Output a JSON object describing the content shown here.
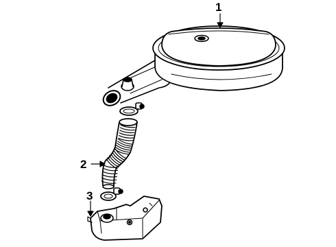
{
  "callouts": [
    {
      "label": "1"
    },
    {
      "label": "2"
    },
    {
      "label": "3"
    }
  ],
  "colors": {
    "ink": "#000000",
    "paper": "#ffffff"
  }
}
